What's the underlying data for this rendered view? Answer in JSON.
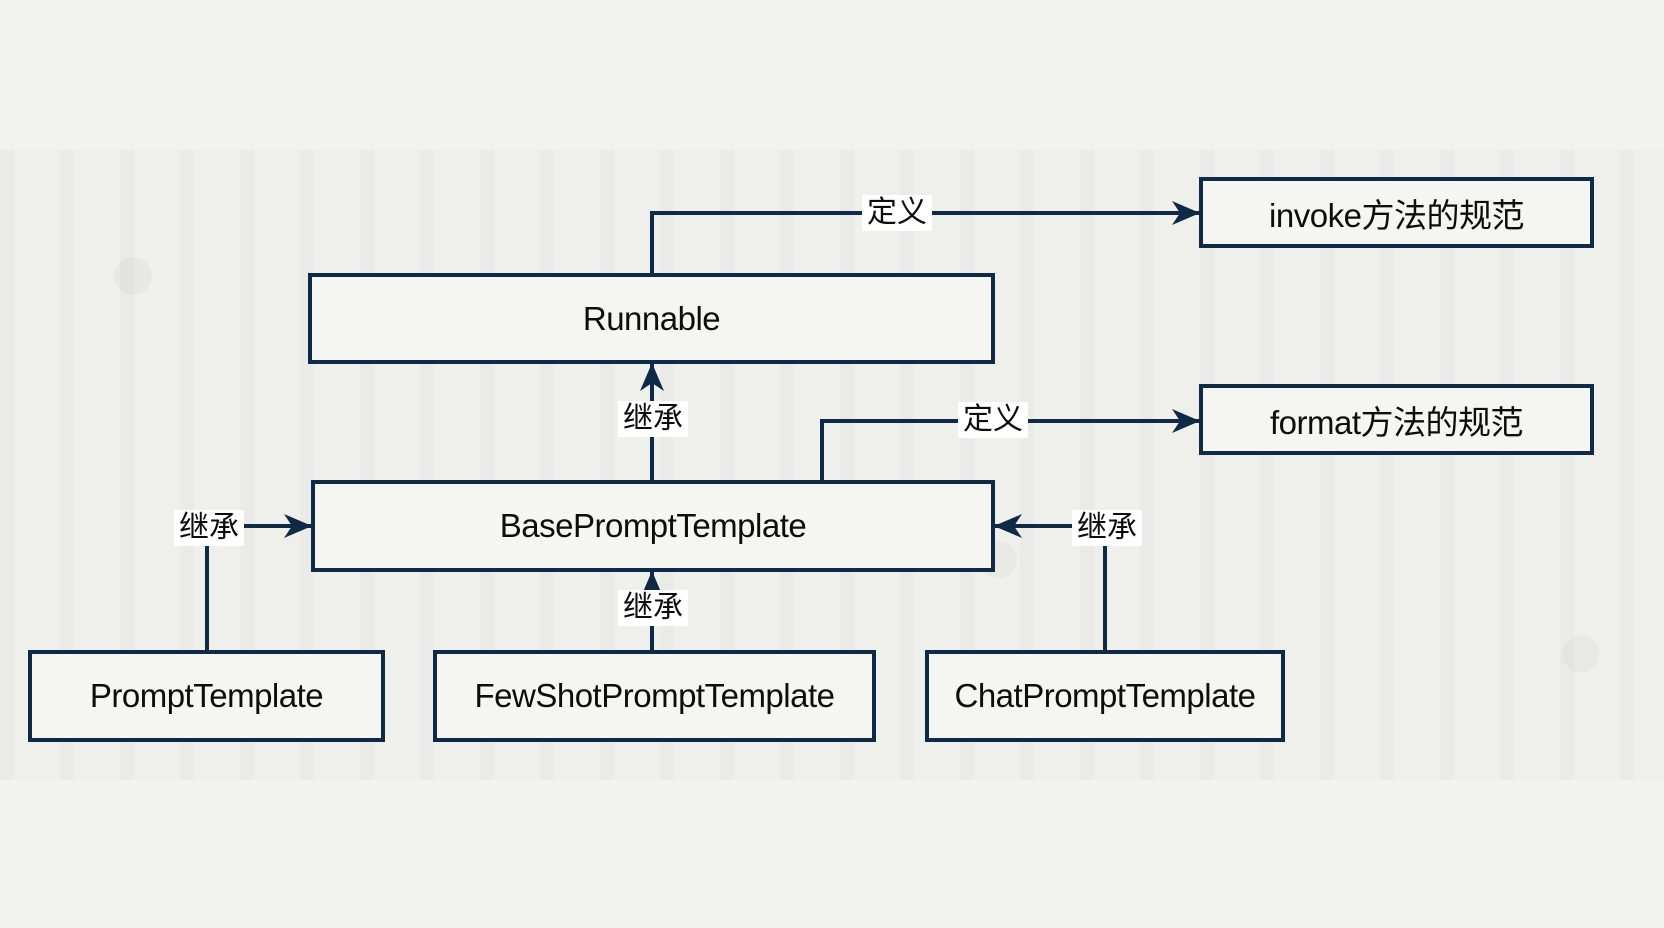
{
  "diagram": {
    "colors": {
      "line": "#0f2a47",
      "box_fill": "#f5f5f2",
      "label_bg": "#ffffff",
      "text": "#0d0d0d"
    },
    "nodes": {
      "runnable": "Runnable",
      "base_prompt_template": "BasePromptTemplate",
      "prompt_template": "PromptTemplate",
      "few_shot_prompt_template": "FewShotPromptTemplate",
      "chat_prompt_template": "ChatPromptTemplate",
      "invoke_spec": "invoke方法的规范",
      "format_spec": "format方法的规范"
    },
    "edges": [
      {
        "from": "Runnable",
        "to": "invoke方法的规范",
        "label": "定义"
      },
      {
        "from": "BasePromptTemplate",
        "to": "Runnable",
        "label": "继承"
      },
      {
        "from": "BasePromptTemplate",
        "to": "format方法的规范",
        "label": "定义"
      },
      {
        "from": "PromptTemplate",
        "to": "BasePromptTemplate",
        "label": "继承"
      },
      {
        "from": "FewShotPromptTemplate",
        "to": "BasePromptTemplate",
        "label": "继承"
      },
      {
        "from": "ChatPromptTemplate",
        "to": "BasePromptTemplate",
        "label": "继承"
      }
    ]
  }
}
